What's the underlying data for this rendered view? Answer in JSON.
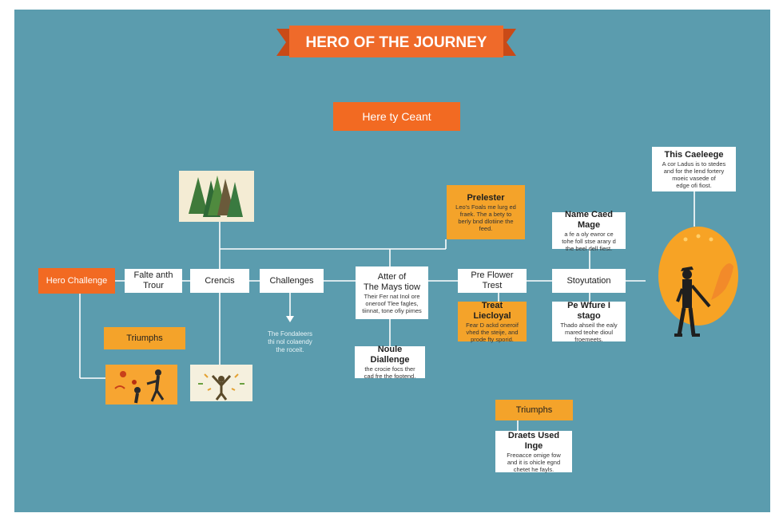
{
  "banner": {
    "title": "HERO OF THE JOURNEY"
  },
  "subtitle": "Here ty Ceant",
  "nodes": {
    "hero_challenge": "Hero Challenge",
    "faith_tour": [
      "Falte anth",
      "Trour"
    ],
    "crencis": "Crencis",
    "challenges": "Challenges",
    "after_of": {
      "title": [
        "Atter of",
        "The Mays tiow"
      ],
      "body": [
        "Their Fer nat Inol ore",
        "oneroof Tlee fagles,",
        "tiinnat, tone ofiy pimes"
      ]
    },
    "pre_flower": [
      "Pre Flower",
      "Trest"
    ],
    "stoyutation": "Stoyutation",
    "this_caeleege": {
      "title": "This Caeleege",
      "body": [
        "A cor Ladus is to stedes",
        "and for the lend fortery",
        "moeic vasede of",
        "edge ofi fiost."
      ]
    },
    "prelester": {
      "title": "Prelester",
      "body": [
        "Leo's Foals me lurg ed",
        "fraek. The a bety to",
        "berly bnd dlotiine the",
        "feed."
      ]
    },
    "name_caed_mage": {
      "title": "Name Caed Mage",
      "body": [
        "a fe a oly ewror ce",
        "tohe foll stse arary d",
        "the beel dell fiest."
      ]
    },
    "treat_liecloyal": {
      "title": "Treat Liecloyal",
      "body": [
        "Fear D ackd oneroif",
        "vhed the steije, and",
        "prode fty sporid."
      ]
    },
    "pe_wfure": {
      "title": "Pe Wfure I stago",
      "body": [
        "Thado ahseil the ealy",
        "mared teohe dioul",
        "froemeets."
      ]
    },
    "triumphs_left": "Triumphs",
    "noule_dialenge": {
      "title": "Noule Diallenge",
      "body": [
        "the crocie focs ther",
        "cad fre the footend."
      ]
    },
    "floating_note": [
      "The Fondaleers",
      "thi nol colaendy",
      "the roceit."
    ],
    "triumphs_bottom": "Triumphs",
    "draets": {
      "title": "Draets Used Inge",
      "body": [
        "Freoacce omige fow",
        "and it is ohicle egnd",
        "chetet he fayls."
      ]
    }
  },
  "icons": [
    "forest-image",
    "fight-scene-image",
    "celebration-image",
    "hero-silhouette-image"
  ],
  "colors": {
    "background": "#5b9cae",
    "orange": "#f26a22",
    "amber": "#f4a32a",
    "banner": "#ef6a2a",
    "circle": "#f7a325"
  }
}
